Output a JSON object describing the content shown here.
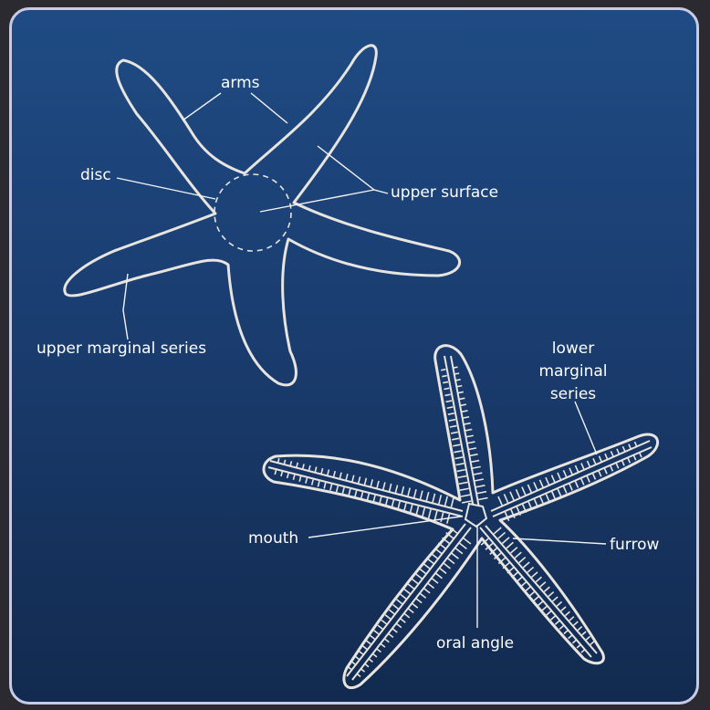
{
  "labels": {
    "arms": "arms",
    "disc": "disc",
    "upper_surface": "upper surface",
    "upper_marginal_series": "upper marginal series",
    "lower_marginal_series": [
      "lower",
      "marginal",
      "series"
    ],
    "mouth": "mouth",
    "furrow": "furrow",
    "oral_angle": "oral angle"
  },
  "colors": {
    "background_top": "#1f4b84",
    "background_bottom": "#122a4f",
    "drawing": "#e8e4df",
    "frame": "#c9cbe6"
  }
}
